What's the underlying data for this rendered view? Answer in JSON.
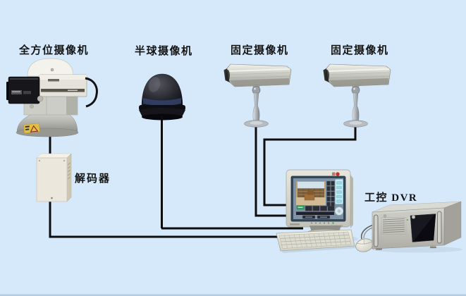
{
  "page": {
    "background_color": "#d6e9fb",
    "cable_color": "#0d0d0d"
  },
  "labels": {
    "ptz_camera": "全方位摄像机",
    "dome_camera": "半球摄像机",
    "fixed_camera_1": "固定摄像机",
    "fixed_camera_2": "固定摄像机",
    "decoder": "解码器",
    "dvr": "工控 DVR"
  },
  "diagram": {
    "type": "cctv-surveillance-system-topology",
    "nodes": [
      {
        "id": "ptz_camera",
        "label": "全方位摄像机",
        "kind": "pan-tilt-omnidirectional-camera"
      },
      {
        "id": "dome_camera",
        "label": "半球摄像机",
        "kind": "dome-camera"
      },
      {
        "id": "fixed_camera_1",
        "label": "固定摄像机",
        "kind": "fixed-bullet-camera"
      },
      {
        "id": "fixed_camera_2",
        "label": "固定摄像机",
        "kind": "fixed-bullet-camera"
      },
      {
        "id": "decoder",
        "label": "解码器",
        "kind": "decoder-box"
      },
      {
        "id": "dvr_workstation",
        "label": "工控 DVR",
        "kind": "industrial-dvr-pc-with-monitor-keyboard-mouse"
      }
    ],
    "connections": [
      {
        "from": "ptz_camera",
        "to": "dvr_workstation",
        "via": "decoder"
      },
      {
        "from": "dome_camera",
        "to": "dvr_workstation"
      },
      {
        "from": "fixed_camera_1",
        "to": "dvr_workstation"
      },
      {
        "from": "fixed_camera_2",
        "to": "dvr_workstation"
      }
    ]
  },
  "colors": {
    "camera_metal": "#c9cbc2",
    "dome_black": "#16161c",
    "decoder_beige": "#ebe7dc",
    "monitor_beige": "#d6d6cc",
    "screen_cyan_panel": "#c9edf5",
    "dvr_gray": "#c6c6c0"
  }
}
